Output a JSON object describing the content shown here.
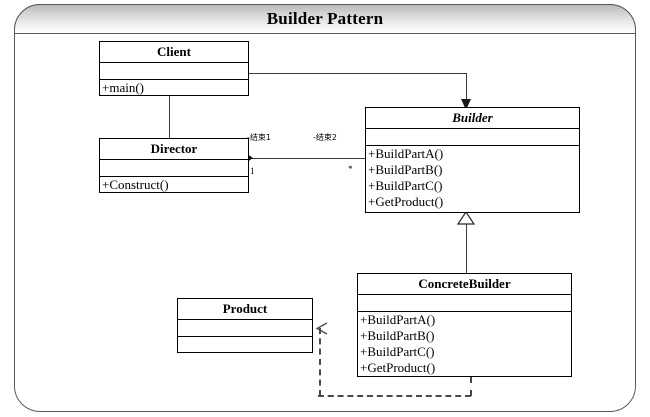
{
  "diagram": {
    "title": "Builder Pattern",
    "type": "uml-class-diagram",
    "classes": [
      {
        "id": "client",
        "name": "Client",
        "abstract": false,
        "attributes": [],
        "operations": [
          "+main()"
        ]
      },
      {
        "id": "director",
        "name": "Director",
        "abstract": false,
        "attributes": [],
        "operations": [
          "+Construct()"
        ]
      },
      {
        "id": "builder",
        "name": "Builder",
        "abstract": true,
        "attributes": [],
        "operations": [
          "+BuildPartA()",
          "+BuildPartB()",
          "+BuildPartC()",
          "+GetProduct()"
        ]
      },
      {
        "id": "concretebuilder",
        "name": "ConcreteBuilder",
        "abstract": false,
        "attributes": [],
        "operations": [
          "+BuildPartA()",
          "+BuildPartB()",
          "+BuildPartC()",
          "+GetProduct()"
        ]
      },
      {
        "id": "product",
        "name": "Product",
        "abstract": false,
        "attributes": [],
        "operations": []
      }
    ],
    "relationships": [
      {
        "id": "client-director",
        "from": "client",
        "to": "director",
        "kind": "association"
      },
      {
        "id": "client-builder",
        "from": "client",
        "to": "builder",
        "kind": "directed-association"
      },
      {
        "id": "director-builder",
        "from": "director",
        "to": "builder",
        "kind": "composition",
        "source_role": "-结束1",
        "source_multiplicity": "1",
        "target_role": "-结束2",
        "target_multiplicity": "*"
      },
      {
        "id": "concretebuilder-builder",
        "from": "concretebuilder",
        "to": "builder",
        "kind": "generalization"
      },
      {
        "id": "concretebuilder-product",
        "from": "concretebuilder",
        "to": "product",
        "kind": "dependency"
      }
    ]
  },
  "colors": {
    "line": "#3c3c3c",
    "box_border": "#000000",
    "frame_border": "#555a5e",
    "background": "#ffffff",
    "title_gradient_top": "#b9b9b9",
    "title_gradient_bottom": "#ffffff"
  }
}
